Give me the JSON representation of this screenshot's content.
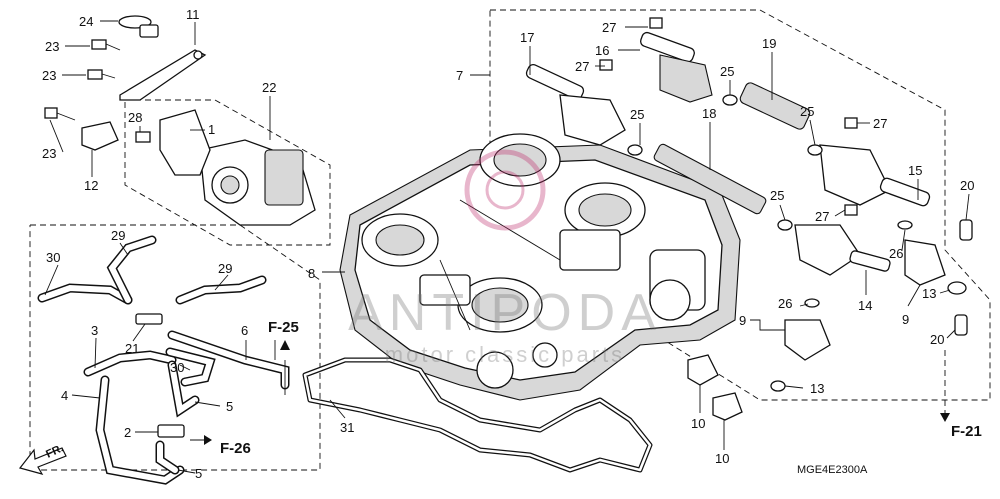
{
  "diagram": {
    "callouts": [
      {
        "id": "c24",
        "text": "24"
      },
      {
        "id": "c11",
        "text": "11"
      },
      {
        "id": "c23a",
        "text": "23"
      },
      {
        "id": "c23b",
        "text": "23"
      },
      {
        "id": "c23c",
        "text": "23"
      },
      {
        "id": "c22",
        "text": "22"
      },
      {
        "id": "c28",
        "text": "28"
      },
      {
        "id": "c1",
        "text": "1"
      },
      {
        "id": "c12",
        "text": "12"
      },
      {
        "id": "c7",
        "text": "7"
      },
      {
        "id": "c17",
        "text": "17"
      },
      {
        "id": "c27a",
        "text": "27"
      },
      {
        "id": "c27b",
        "text": "27"
      },
      {
        "id": "c16",
        "text": "16"
      },
      {
        "id": "c19",
        "text": "19"
      },
      {
        "id": "c25a",
        "text": "25"
      },
      {
        "id": "c25b",
        "text": "25"
      },
      {
        "id": "c25c",
        "text": "25"
      },
      {
        "id": "c25d",
        "text": "25"
      },
      {
        "id": "c18",
        "text": "18"
      },
      {
        "id": "c27c",
        "text": "27"
      },
      {
        "id": "c15",
        "text": "15"
      },
      {
        "id": "c20a",
        "text": "20"
      },
      {
        "id": "c27d",
        "text": "27"
      },
      {
        "id": "c26a",
        "text": "26"
      },
      {
        "id": "c13a",
        "text": "13"
      },
      {
        "id": "c9a",
        "text": "9"
      },
      {
        "id": "c14",
        "text": "14"
      },
      {
        "id": "c20b",
        "text": "20"
      },
      {
        "id": "c26b",
        "text": "26"
      },
      {
        "id": "c9b",
        "text": "9"
      },
      {
        "id": "c13b",
        "text": "13"
      },
      {
        "id": "c8",
        "text": "8"
      },
      {
        "id": "c30a",
        "text": "30"
      },
      {
        "id": "c29a",
        "text": "29"
      },
      {
        "id": "c29b",
        "text": "29"
      },
      {
        "id": "c3",
        "text": "3"
      },
      {
        "id": "c21",
        "text": "21"
      },
      {
        "id": "c6",
        "text": "6"
      },
      {
        "id": "c30b",
        "text": "30"
      },
      {
        "id": "c4",
        "text": "4"
      },
      {
        "id": "c5a",
        "text": "5"
      },
      {
        "id": "c2",
        "text": "2"
      },
      {
        "id": "c5b",
        "text": "5"
      },
      {
        "id": "c31",
        "text": "31"
      },
      {
        "id": "c10a",
        "text": "10"
      },
      {
        "id": "c10b",
        "text": "10"
      }
    ],
    "references": {
      "f25": "F-25",
      "f26": "F-26",
      "f21": "F-21"
    },
    "front_label": "FR.",
    "diagram_code": "MGE4E2300A",
    "watermark": {
      "line1": "ANTIPODA",
      "line2": "motor classic parts"
    }
  }
}
